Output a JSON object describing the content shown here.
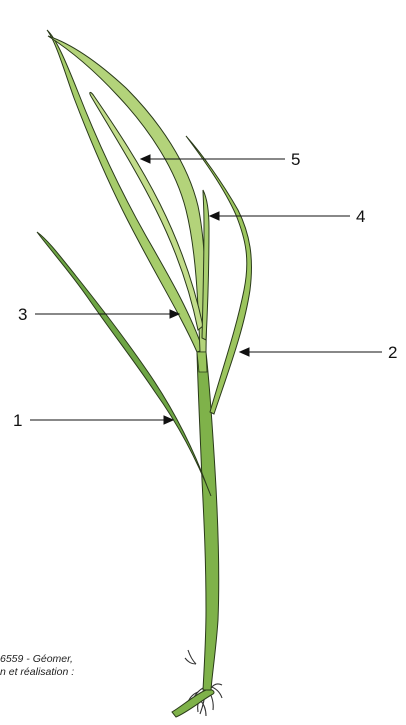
{
  "labels": [
    {
      "id": "1",
      "text": "1"
    },
    {
      "id": "2",
      "text": "2"
    },
    {
      "id": "3",
      "text": "3"
    },
    {
      "id": "4",
      "text": "4"
    },
    {
      "id": "5",
      "text": "5"
    }
  ],
  "credit": {
    "line1": "6559 - Géomer,",
    "line2": "n et réalisation :"
  },
  "colors": {
    "stem_dark": "#5e9b3c",
    "stem_mid": "#8dbd55",
    "leaf_light": "#b9d67d",
    "outline": "#2a3a1a",
    "roots": "#333333"
  }
}
